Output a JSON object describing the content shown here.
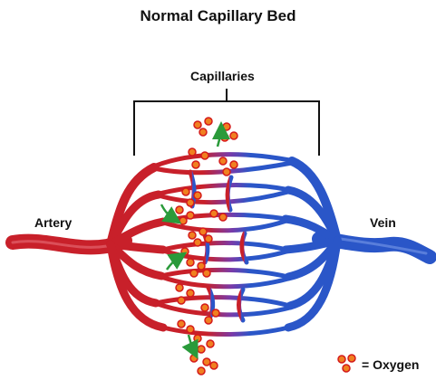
{
  "title": "Normal Capillary Bed",
  "labels": {
    "capillaries": "Capillaries",
    "artery": "Artery",
    "vein": "Vein"
  },
  "legend": {
    "text": "= Oxygen",
    "icon": "oxygen-molecule-icon"
  },
  "colors": {
    "artery": "#c8202a",
    "vein": "#2a56c8",
    "capillary_mid": "#7a3aa8",
    "oxygen": "#f08020",
    "oxygen_stroke": "#d41a1a",
    "arrow": "#2a9a3a",
    "bracket": "#111111"
  }
}
